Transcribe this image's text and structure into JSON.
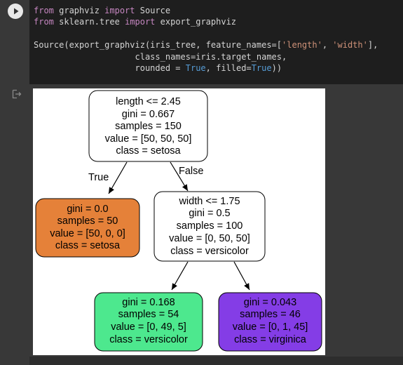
{
  "code_cell": {
    "lines": [
      [
        {
          "t": "from",
          "c": "kw"
        },
        {
          "t": " graphviz ",
          "c": "plain"
        },
        {
          "t": "import",
          "c": "kw"
        },
        {
          "t": " Source",
          "c": "plain"
        }
      ],
      [
        {
          "t": "from",
          "c": "kw"
        },
        {
          "t": " sklearn.tree ",
          "c": "plain"
        },
        {
          "t": "import",
          "c": "kw"
        },
        {
          "t": " export_graphviz",
          "c": "plain"
        }
      ],
      [],
      [
        {
          "t": "Source(export_graphviz(iris_tree, feature_names=[",
          "c": "plain"
        },
        {
          "t": "'length'",
          "c": "str"
        },
        {
          "t": ", ",
          "c": "plain"
        },
        {
          "t": "'width'",
          "c": "str"
        },
        {
          "t": "],",
          "c": "plain"
        }
      ],
      [
        {
          "t": "                    class_names=iris.target_names,",
          "c": "plain"
        }
      ],
      [
        {
          "t": "                    rounded = ",
          "c": "plain"
        },
        {
          "t": "True",
          "c": "const"
        },
        {
          "t": ", filled=",
          "c": "plain"
        },
        {
          "t": "True",
          "c": "const"
        },
        {
          "t": "))",
          "c": "plain"
        }
      ]
    ],
    "run_icon": "play-icon"
  },
  "output": {
    "icon": "output-arrow-icon",
    "tree": {
      "nodes": [
        {
          "id": "root",
          "fill": "#ffffff",
          "lines": [
            "length <= 2.45",
            "gini = 0.667",
            "samples = 150",
            "value = [50, 50, 50]",
            "class = setosa"
          ]
        },
        {
          "id": "setosa",
          "fill": "#e58139",
          "lines": [
            "gini = 0.0",
            "samples = 50",
            "value = [50, 0, 0]",
            "class = setosa"
          ]
        },
        {
          "id": "split2",
          "fill": "#ffffff",
          "lines": [
            "width <= 1.75",
            "gini = 0.5",
            "samples = 100",
            "value = [0, 50, 50]",
            "class = versicolor"
          ]
        },
        {
          "id": "versicolor",
          "fill": "#4de88e",
          "lines": [
            "gini = 0.168",
            "samples = 54",
            "value = [0, 49, 5]",
            "class = versicolor"
          ]
        },
        {
          "id": "virginica",
          "fill": "#843de6",
          "lines": [
            "gini = 0.043",
            "samples = 46",
            "value = [0, 1, 45]",
            "class = virginica"
          ]
        }
      ],
      "edge_labels": {
        "true": "True",
        "false": "False"
      }
    }
  }
}
